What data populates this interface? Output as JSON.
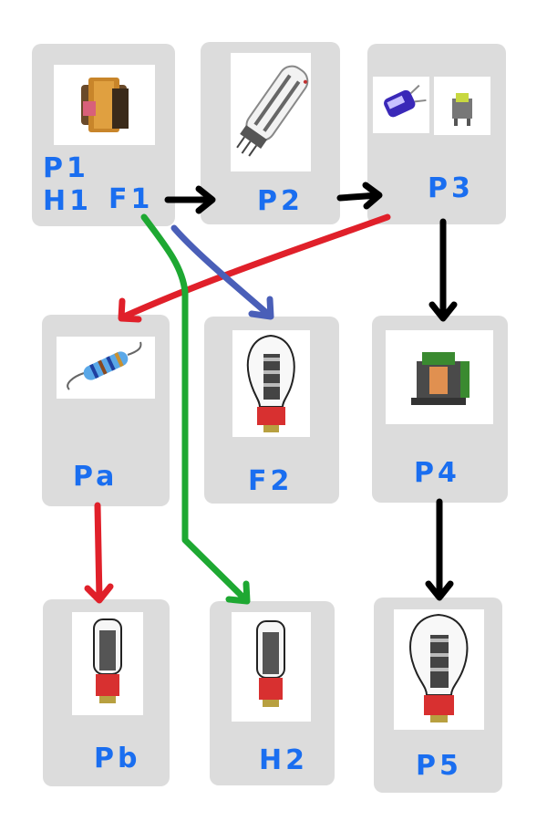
{
  "nodes": {
    "p1": {
      "label_a": "P1",
      "label_b": "H1",
      "label_c": "F1",
      "photo": "power-transformer-icon"
    },
    "p2": {
      "label": "P2",
      "photo": "rectifier-tube-icon"
    },
    "p3": {
      "label": "P3",
      "photo_a": "capacitor-icon",
      "photo_b": "choke-icon"
    },
    "pa": {
      "label": "Pa",
      "photo": "resistor-icon"
    },
    "f2": {
      "label": "F2",
      "photo": "power-tube-icon"
    },
    "p4": {
      "label": "P4",
      "photo": "output-transformer-icon"
    },
    "pb": {
      "label": "Pb",
      "photo": "small-tube-icon"
    },
    "h2": {
      "label": "H2",
      "photo": "small-tube-icon"
    },
    "p5": {
      "label": "P5",
      "photo": "power-tube-icon"
    }
  },
  "edges": [
    {
      "from": "P1",
      "to": "P2",
      "color": "#000000"
    },
    {
      "from": "P2",
      "to": "P3",
      "color": "#000000"
    },
    {
      "from": "P3",
      "to": "P4",
      "color": "#000000"
    },
    {
      "from": "P4",
      "to": "P5",
      "color": "#000000"
    },
    {
      "from": "P3",
      "to": "Pa",
      "color": "#e0202a"
    },
    {
      "from": "Pa",
      "to": "Pb",
      "color": "#e0202a"
    },
    {
      "from": "F1",
      "to": "F2",
      "color": "#4a5fb8"
    },
    {
      "from": "F1",
      "to": "H2",
      "color": "#1ea832"
    }
  ],
  "colors": {
    "label": "#1a6ef0",
    "card": "#dcdcdc"
  }
}
